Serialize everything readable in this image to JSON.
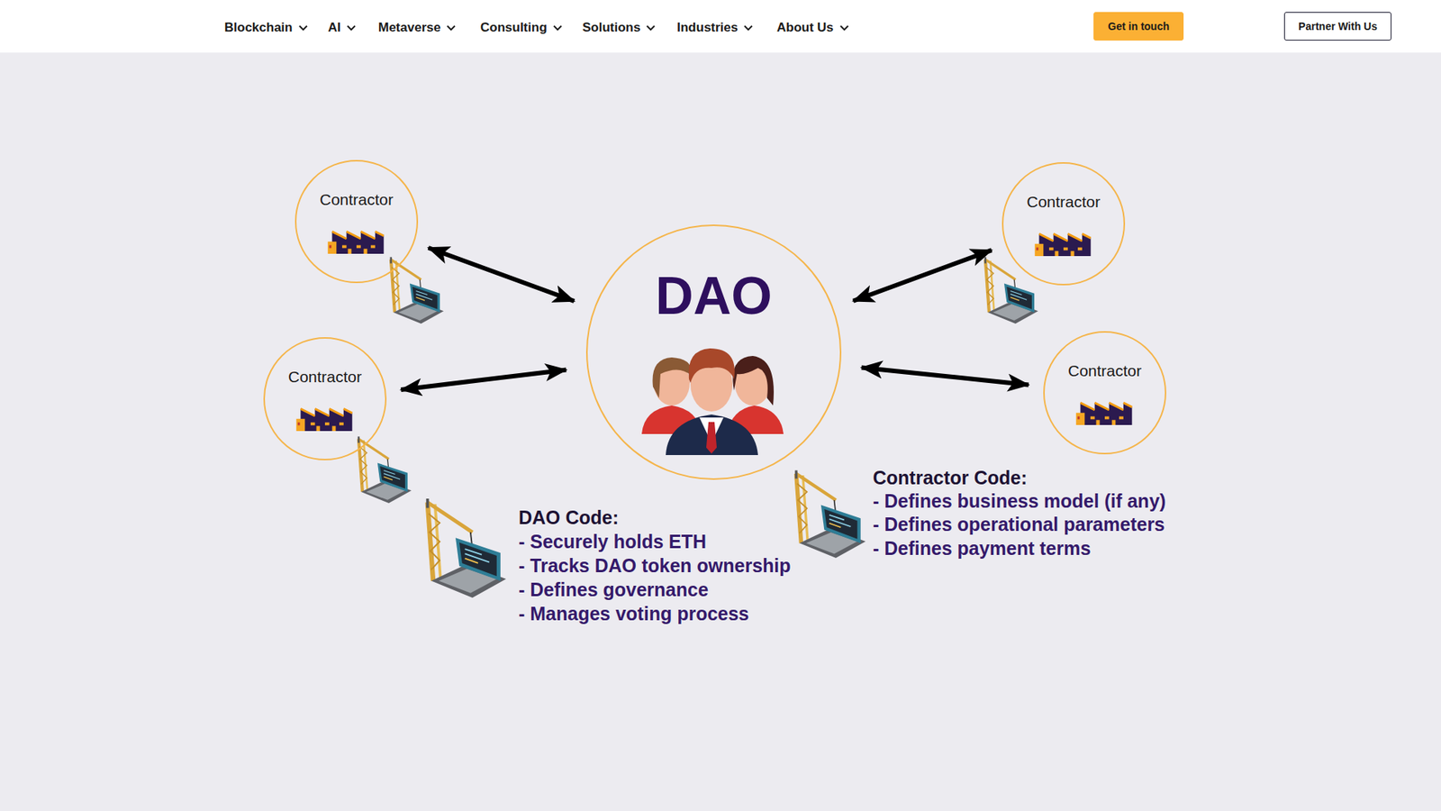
{
  "diagram": {
    "nodes": [
      {
        "text": [
          "Get in touch"
        ]
      },
      {
        "text": [
          "Partner With Us"
        ]
      },
      {
        "text": [
          "Contractor"
        ]
      },
      {
        "text": [
          "DAO"
        ]
      },
      {
        "text": [
          "Contractor"
        ]
      },
      {
        "text": [
          "Contractor"
        ]
      },
      {
        "text": [
          "Contractor"
        ]
      }
    ],
    "edges": [
      {
        "from": 3,
        "to": 2,
        "arrow": "both"
      },
      {
        "from": 3,
        "to": 4,
        "arrow": "both"
      },
      {
        "from": 3,
        "to": 5,
        "arrow": "both"
      },
      {
        "from": 3,
        "to": 6,
        "arrow": "both"
      }
    ],
    "labels": [
      "Blockchain",
      "AI",
      "Metaverse",
      "Consulting",
      "Solutions",
      "Industries",
      "About Us",
      "DAO Code:",
      "- Securely holds ETH",
      "- Tracks DAO token ownership",
      "- Defines governance",
      "- Manages voting process",
      "Contractor Code:",
      "- Defines business model (if any)",
      "- Defines operational parameters",
      "- Defines payment terms"
    ]
  }
}
